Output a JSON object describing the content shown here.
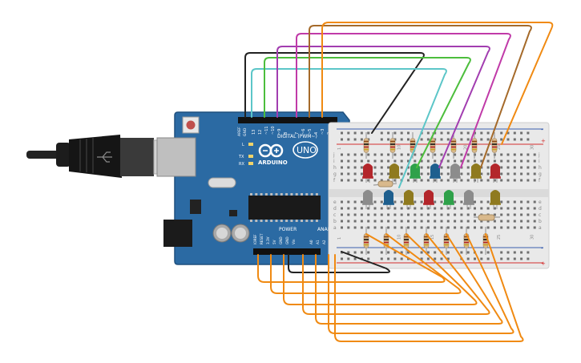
{
  "board": {
    "brand": "ARDUINO",
    "model": "UNO",
    "digital_label": "DIGITAL (PWM~)",
    "power_label": "POWER",
    "analog_label": "ANALOG IN",
    "aref": "AREF",
    "gnd": "GND",
    "pin_13": "13",
    "pin_12": "12",
    "pin_11": "~11",
    "pin_10": "~10",
    "pin_9": "~9",
    "pin_8": "8",
    "pin_7": "7",
    "pin_6": "~6",
    "pin_5": "~5",
    "pin_4": "4",
    "pin_3": "~3",
    "pin_2": "2",
    "led_l": "L",
    "led_tx": "TX",
    "led_rx": "RX",
    "power_pins": [
      "IOREF",
      "RESET",
      "3.3V",
      "5V",
      "GND",
      "GND",
      "Vin"
    ],
    "analog_pins": [
      "A0",
      "A1",
      "A2",
      "A3",
      "A4",
      "A5"
    ]
  },
  "breadboard": {
    "row_letters_top": [
      "j",
      "i",
      "h",
      "g",
      "f"
    ],
    "row_letters_bottom": [
      "e",
      "d",
      "c",
      "b",
      "a"
    ],
    "column_numbers": [
      "1",
      "5",
      "10",
      "15",
      "20",
      "25",
      "30"
    ],
    "rail_plus": "+",
    "rail_minus": "-"
  },
  "components": {
    "top_leds": [
      "red",
      "olive",
      "green",
      "blue",
      "gray",
      "olive",
      "red"
    ],
    "bottom_leds": [
      "gray",
      "blue",
      "olive",
      "red",
      "green",
      "gray",
      "olive"
    ]
  },
  "colors": {
    "board": "#2b6aa3",
    "breadboard": "#e9e9e9",
    "wire_orange": "#f08a12",
    "wire_black": "#222222",
    "wire_teal": "#5cc6c8",
    "wire_green": "#4cbe3c",
    "wire_purple": "#a23db0",
    "wire_magenta": "#c03aa8",
    "wire_brown": "#a56a2a",
    "rail_red": "#d32f2f",
    "rail_blue": "#3b5fb0"
  }
}
